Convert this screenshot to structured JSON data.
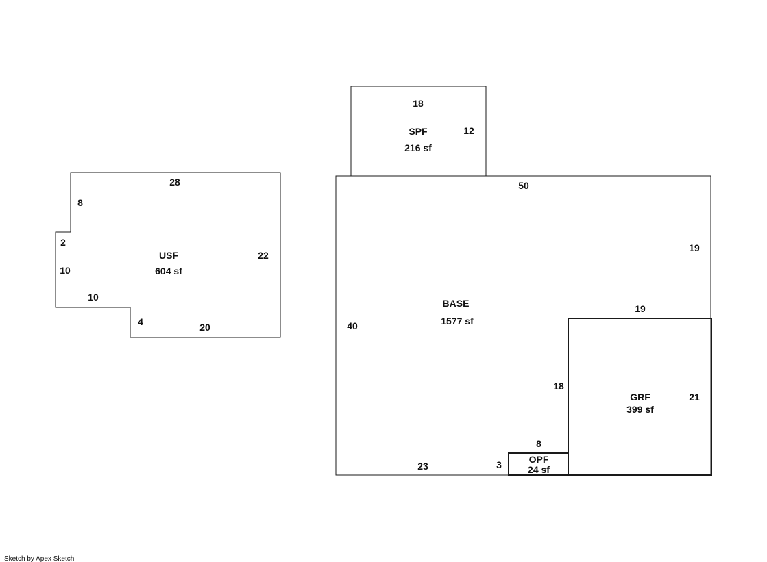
{
  "areas": {
    "usf": {
      "label": "USF",
      "area": "604 sf"
    },
    "spf": {
      "label": "SPF",
      "area": "216 sf"
    },
    "base": {
      "label": "BASE",
      "area": "1577 sf"
    },
    "grf": {
      "label": "GRF",
      "area": "399 sf"
    },
    "opf": {
      "label": "OPF",
      "area": "24 sf"
    }
  },
  "dimensions": {
    "usf": {
      "top": "28",
      "right": "22",
      "bottom": "20",
      "notch_step_up": "4",
      "notch_step_across": "10",
      "left_lower": "10",
      "left_jog": "2",
      "left_upper": "8"
    },
    "spf": {
      "top": "18",
      "right": "12"
    },
    "base": {
      "top": "50",
      "right_upper": "19",
      "left": "40",
      "bottom": "23"
    },
    "grf": {
      "top": "19",
      "right": "21",
      "left": "18"
    },
    "opf": {
      "top": "8",
      "left": "3"
    }
  },
  "footer": {
    "credit": "Sketch by Apex Sketch"
  }
}
